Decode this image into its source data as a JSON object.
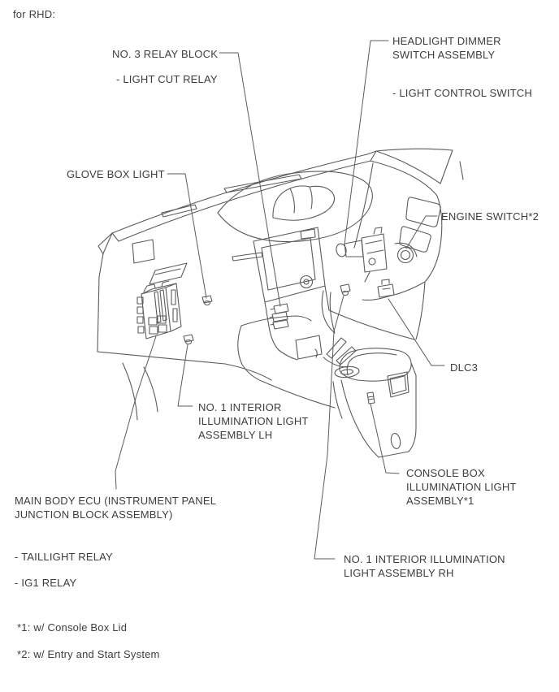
{
  "page": {
    "title": "for RHD:"
  },
  "labels": {
    "no3_relay_block": "NO. 3 RELAY BLOCK",
    "light_cut_relay": "- LIGHT CUT RELAY",
    "headlight_dimmer_switch": "HEADLIGHT DIMMER\nSWITCH ASSEMBLY",
    "light_control_switch": "- LIGHT CONTROL SWITCH",
    "glove_box_light": "GLOVE BOX LIGHT",
    "engine_switch": "ENGINE SWITCH*2",
    "dlc3": "DLC3",
    "no1_interior_lh": "NO. 1 INTERIOR\nILLUMINATION LIGHT\nASSEMBLY LH",
    "main_body_ecu": "MAIN BODY ECU (INSTRUMENT PANEL\nJUNCTION BLOCK ASSEMBLY)",
    "taillight_relay": "- TAILLIGHT RELAY",
    "ig1_relay": "- IG1 RELAY",
    "console_box_light": "CONSOLE BOX\nILLUMINATION LIGHT\nASSEMBLY*1",
    "no1_interior_rh": "NO. 1 INTERIOR ILLUMINATION\nLIGHT ASSEMBLY RH"
  },
  "footnotes": {
    "fn1": "*1: w/ Console Box Lid",
    "fn2": "*2: w/ Entry and Start System"
  },
  "colors": {
    "line": "#5b5b5b",
    "text": "#3d3d3d",
    "background": "#ffffff"
  }
}
